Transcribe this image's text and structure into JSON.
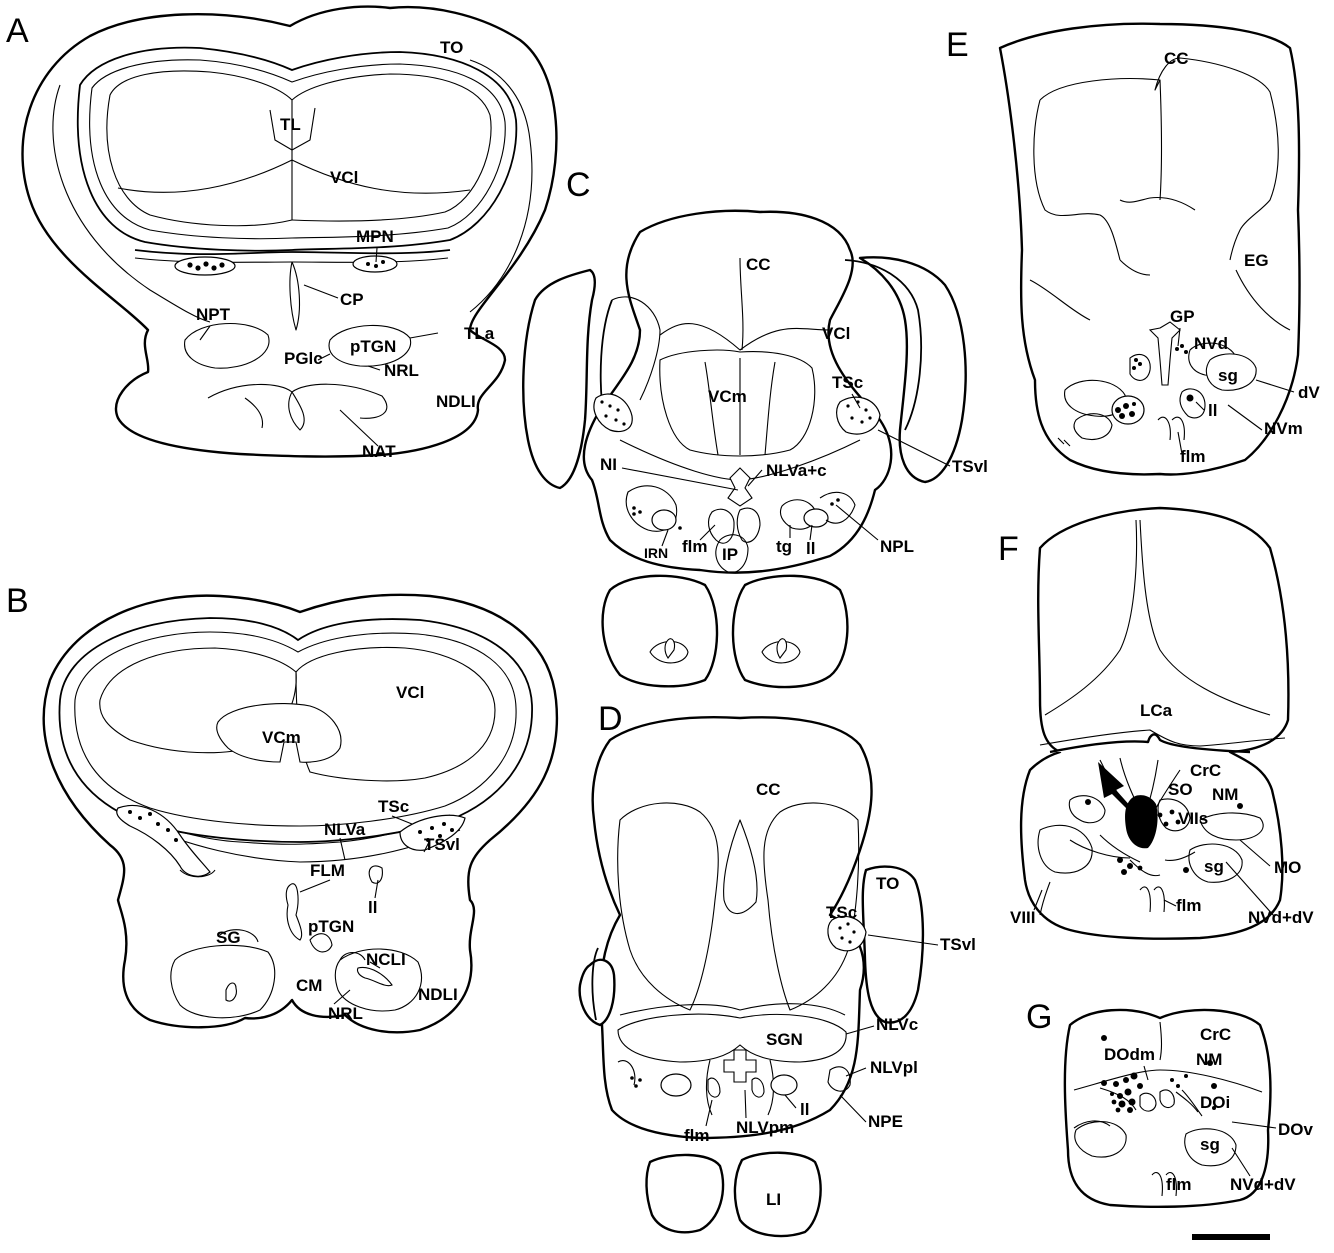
{
  "colors": {
    "ink": "#000000",
    "paper": "#ffffff"
  },
  "panels": {
    "A": {
      "letter": "A",
      "labels": [
        "TO",
        "TL",
        "VCl",
        "MPN",
        "CP",
        "NPT",
        "pTGN",
        "TLa",
        "PGlc",
        "NRL",
        "NDLI",
        "NAT"
      ]
    },
    "B": {
      "letter": "B",
      "labels": [
        "VCl",
        "VCm",
        "TSc",
        "NLVa",
        "TSvl",
        "FLM",
        "ll",
        "pTGN",
        "SG",
        "NCLI",
        "CM",
        "NDLI",
        "NRL"
      ]
    },
    "C": {
      "letter": "C",
      "labels": [
        "CC",
        "VCl",
        "VCm",
        "TSc",
        "NI",
        "NLVa+c",
        "TSvl",
        "IRN",
        "flm",
        "IP",
        "tg",
        "ll",
        "NPL"
      ]
    },
    "D": {
      "letter": "D",
      "labels": [
        "CC",
        "TO",
        "TSc",
        "TSvl",
        "SGN",
        "NLVc",
        "NLVpl",
        "ll",
        "NPE",
        "flm",
        "NLVpm",
        "LI"
      ]
    },
    "E": {
      "letter": "E",
      "labels": [
        "CC",
        "EG",
        "GP",
        "NVd",
        "sg",
        "dV",
        "ll",
        "NVm",
        "flm"
      ]
    },
    "F": {
      "letter": "F",
      "labels": [
        "LCa",
        "CrC",
        "SO",
        "NM",
        "VIIs",
        "sg",
        "MO",
        "VIII",
        "flm",
        "NVd+dV"
      ]
    },
    "G": {
      "letter": "G",
      "labels": [
        "CrC",
        "DOdm",
        "NM",
        "DOi",
        "DOv",
        "sg",
        "flm",
        "NVd+dV"
      ]
    }
  },
  "icons": {
    "arrow": "arrow-icon",
    "scale_bar": "scale-bar-icon"
  }
}
